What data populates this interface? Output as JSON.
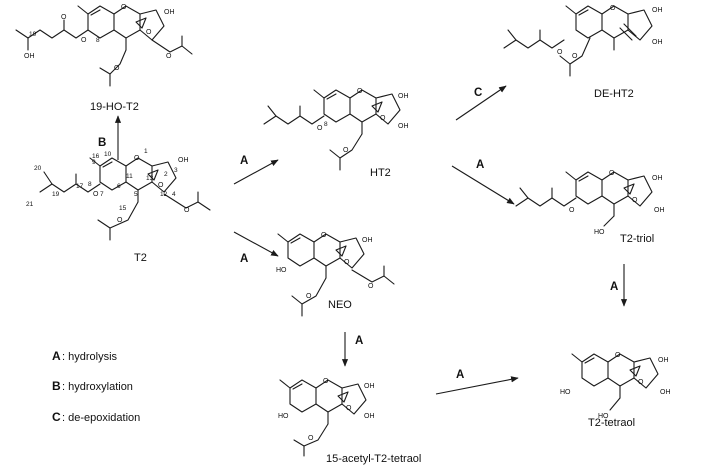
{
  "compounds": {
    "t2": "T2",
    "ho_t2": "19-HO-T2",
    "ht2": "HT2",
    "neo": "NEO",
    "de_ht2": "DE-HT2",
    "t2_triol": "T2-triol",
    "t2_tetraol": "T2-tetraol",
    "acetyl_tetraol": "15-acetyl-T2-tetraol"
  },
  "steps": {
    "a": "A",
    "b": "B",
    "c": "C"
  },
  "legend": [
    {
      "key": "A",
      "text": ": hydrolysis"
    },
    {
      "key": "B",
      "text": ": hydroxylation"
    },
    {
      "key": "C",
      "text": ": de-epoxidation"
    }
  ],
  "atoms": {
    "o": "O",
    "oh": "OH",
    "ho": "HO"
  },
  "t2_numbers": [
    "1",
    "2",
    "3",
    "4",
    "5",
    "6",
    "7",
    "8",
    "9",
    "10",
    "11",
    "12",
    "13",
    "15",
    "16",
    "17",
    "19",
    "20",
    "21"
  ],
  "ho_t2_numbers": [
    "19",
    "8"
  ],
  "ht2_numbers": [
    "8"
  ]
}
